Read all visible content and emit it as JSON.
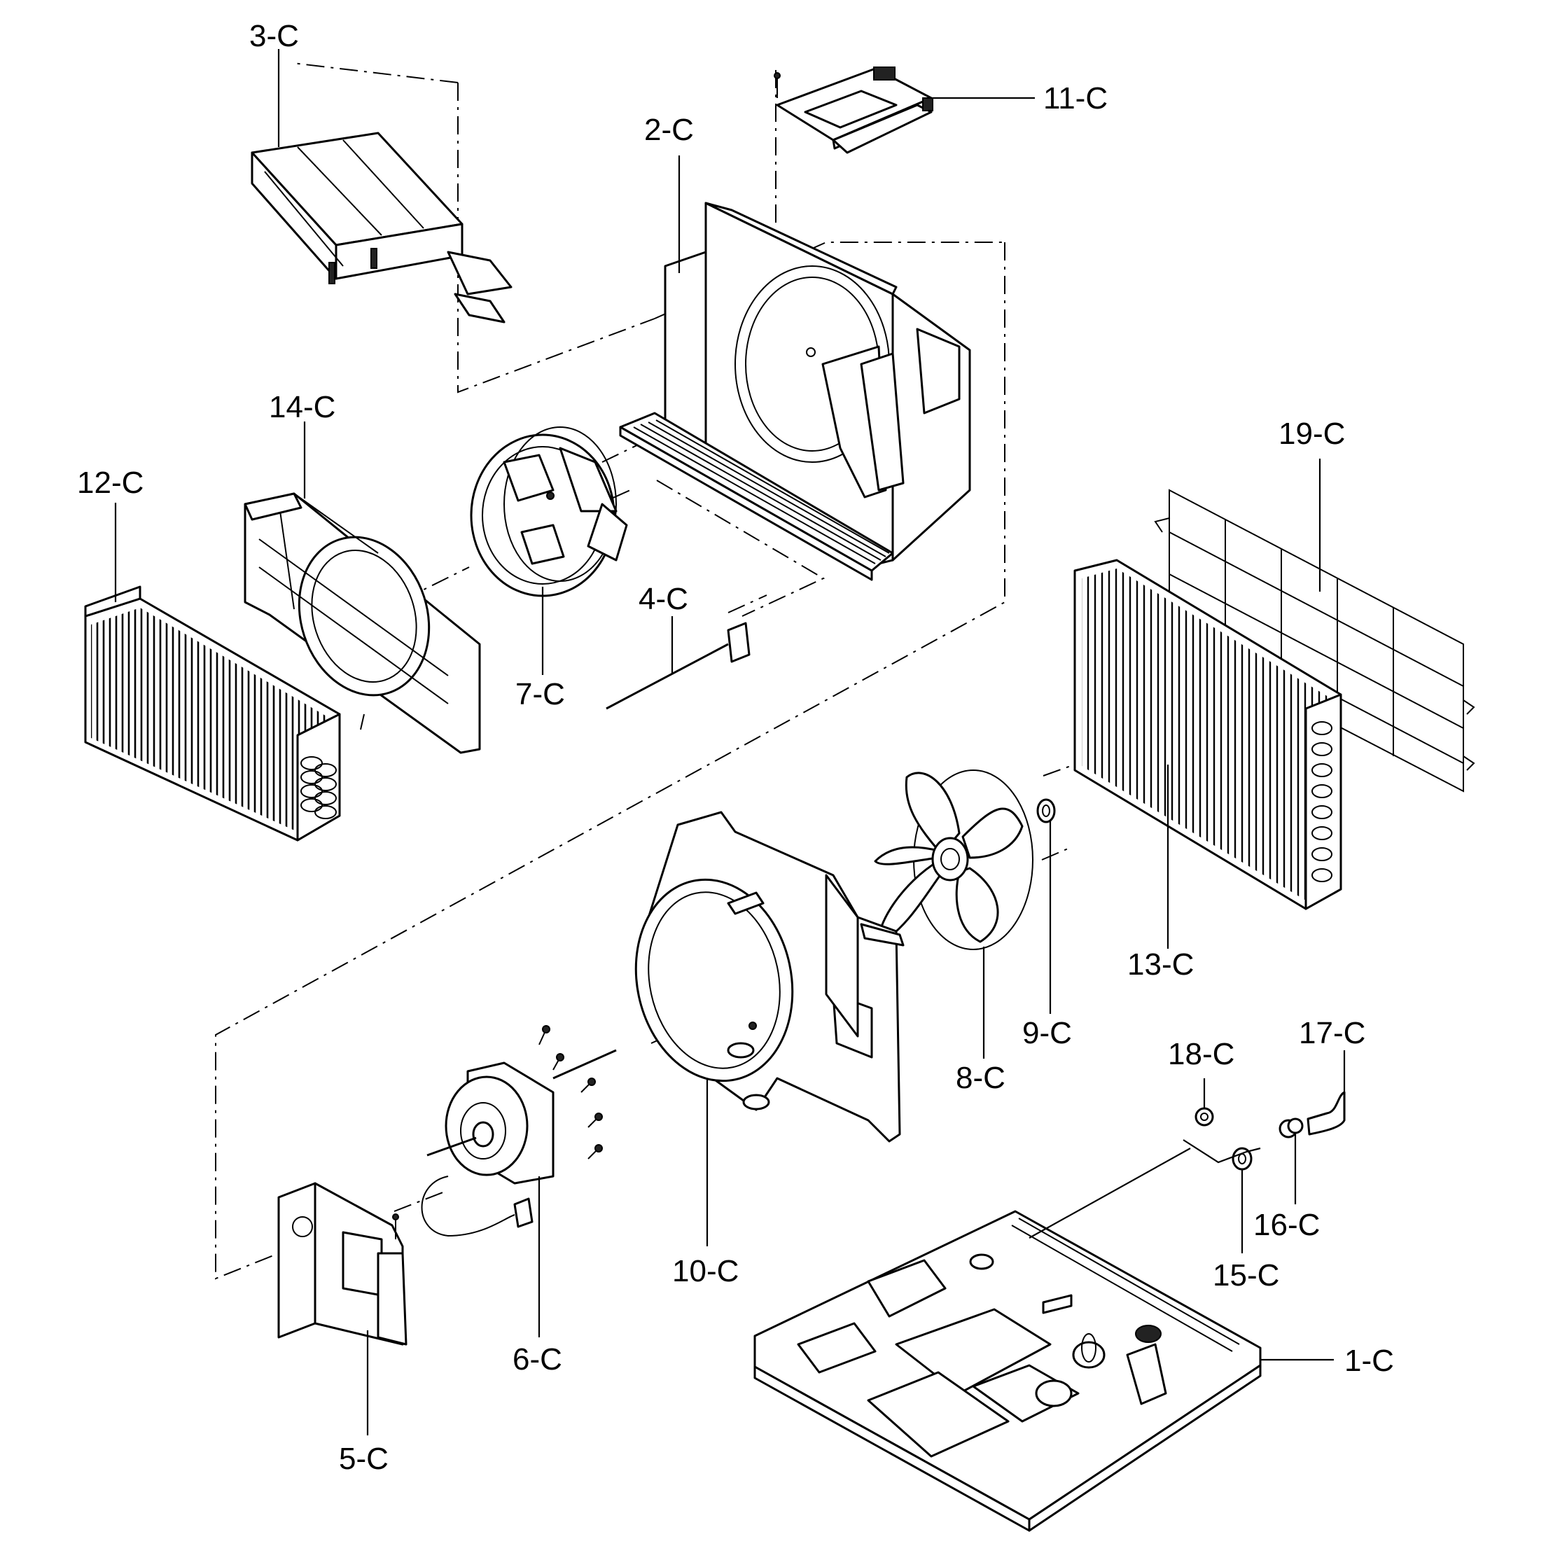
{
  "labels": {
    "p1": "1-C",
    "p2": "2-C",
    "p3": "3-C",
    "p4": "4-C",
    "p5": "5-C",
    "p6": "6-C",
    "p7": "7-C",
    "p8": "8-C",
    "p9": "9-C",
    "p10": "10-C",
    "p11": "11-C",
    "p12": "12-C",
    "p13": "13-C",
    "p14": "14-C",
    "p15": "15-C",
    "p16": "16-C",
    "p17": "17-C",
    "p18": "18-C",
    "p19": "19-C"
  }
}
